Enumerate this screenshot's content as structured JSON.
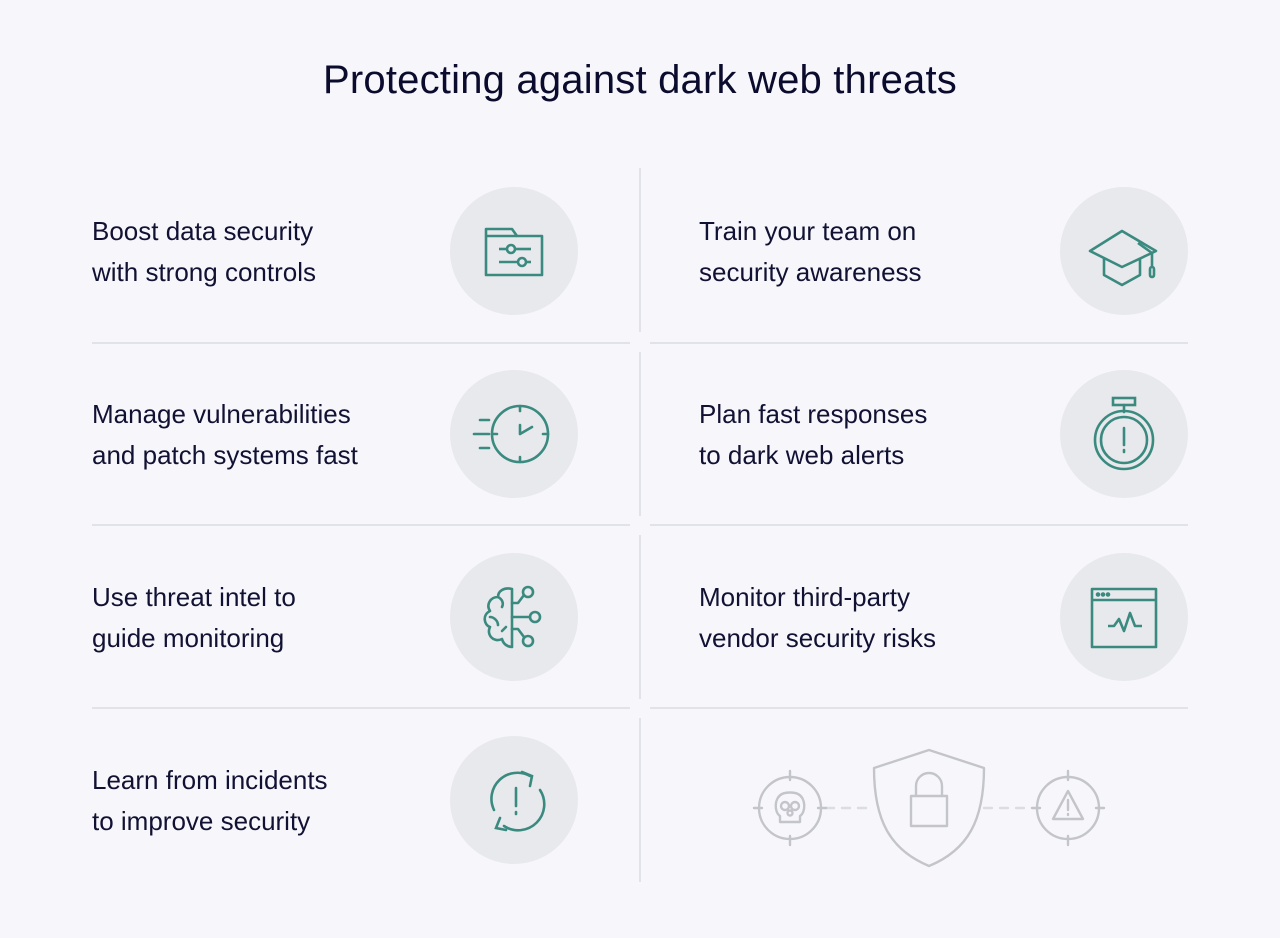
{
  "title": "Protecting against dark web threats",
  "colors": {
    "background": "#f7f7fb",
    "text": "#111133",
    "icon_stroke": "#3a8a80",
    "icon_circle": "#e8e9ec",
    "divider": "#e2e3e8",
    "illustration_stroke": "#c4c5ca"
  },
  "items": [
    {
      "line1": "Boost data security",
      "line2": "with strong controls",
      "icon": "folder-sliders-icon"
    },
    {
      "line1": "Train your team on",
      "line2": "security awareness",
      "icon": "graduation-cap-icon"
    },
    {
      "line1": "Manage vulnerabilities",
      "line2": "and patch systems fast",
      "icon": "fast-clock-icon"
    },
    {
      "line1": "Plan fast responses",
      "line2": "to dark web alerts",
      "icon": "stopwatch-alert-icon"
    },
    {
      "line1": "Use threat intel to",
      "line2": "guide monitoring",
      "icon": "brain-circuit-icon"
    },
    {
      "line1": "Monitor third-party",
      "line2": "vendor security risks",
      "icon": "browser-pulse-icon"
    },
    {
      "line1": "Learn from incidents",
      "line2": "to improve security",
      "icon": "refresh-alert-icon"
    }
  ],
  "illustration": {
    "elements": [
      "skull-target-icon",
      "shield-lock-icon",
      "warning-target-icon"
    ]
  }
}
